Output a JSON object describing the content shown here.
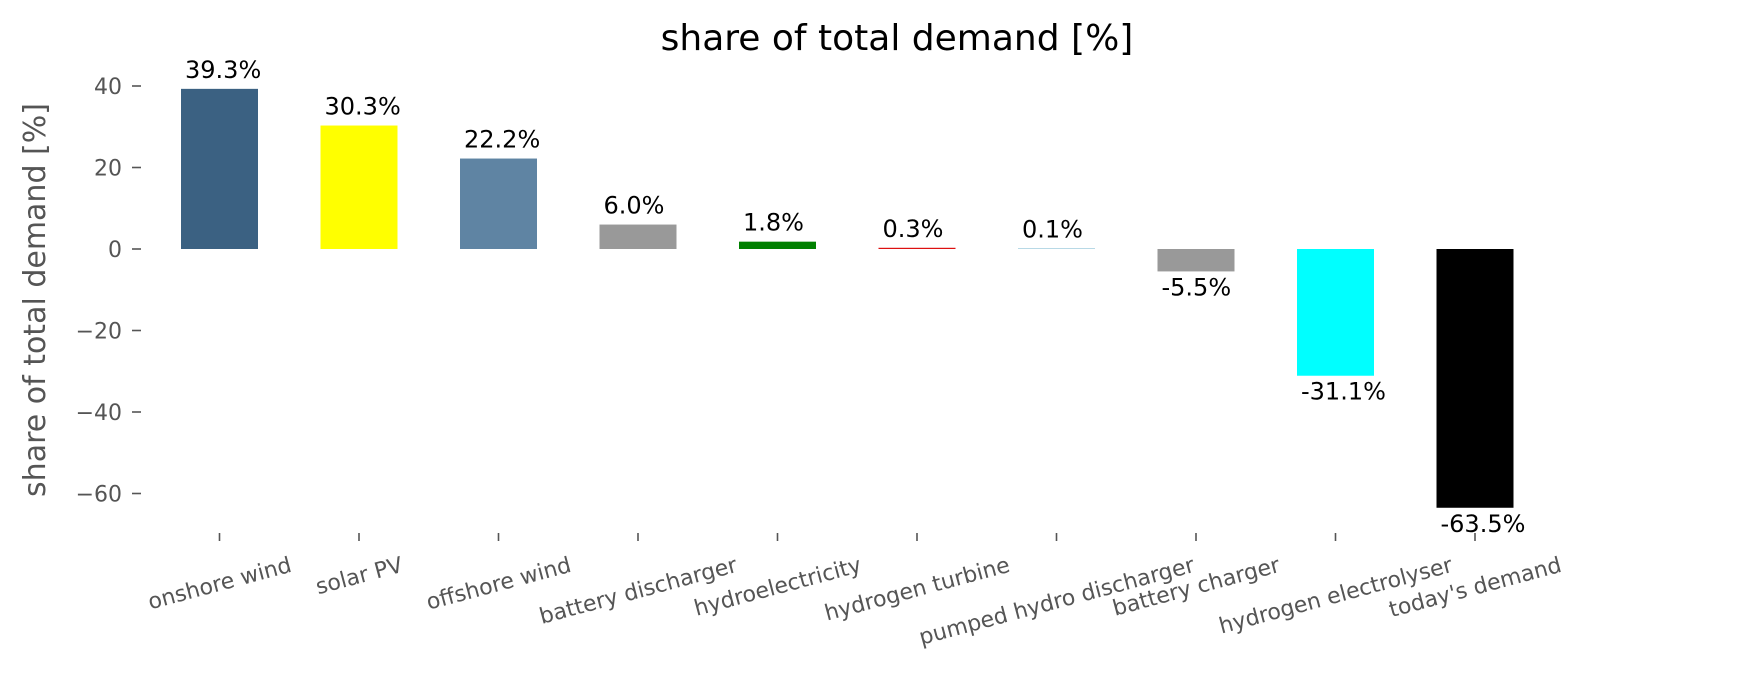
{
  "chart_data": {
    "type": "bar",
    "title": "share of total demand [%]",
    "xlabel": "",
    "ylabel": "share of total demand [%]",
    "ylim": [
      -70,
      45
    ],
    "yticks": [
      40,
      20,
      0,
      -20,
      -40,
      -60
    ],
    "ytick_labels": [
      "40",
      "20",
      "0",
      "−20",
      "−40",
      "−60"
    ],
    "grid": false,
    "categories": [
      "onshore wind",
      "solar PV",
      "offshore wind",
      "battery discharger",
      "hydroelectricity",
      "hydrogen turbine",
      "pumped hydro discharger",
      "battery charger",
      "hydrogen electrolyser",
      "today's demand"
    ],
    "values": [
      39.3,
      30.3,
      22.2,
      6.0,
      1.8,
      0.3,
      0.1,
      -5.5,
      -31.1,
      -63.5
    ],
    "data_labels": [
      "39.3%",
      "30.3%",
      "22.2%",
      "6.0%",
      "1.8%",
      "0.3%",
      "0.1%",
      "-5.5%",
      "-31.1%",
      "-63.5%"
    ],
    "colors": [
      "#3b6182",
      "#ffff00",
      "#5f84a3",
      "#999999",
      "#008000",
      "#dd1111",
      "#51a2c2",
      "#999999",
      "#00ffff",
      "#000000"
    ],
    "xtick_rotation_deg": 15
  }
}
